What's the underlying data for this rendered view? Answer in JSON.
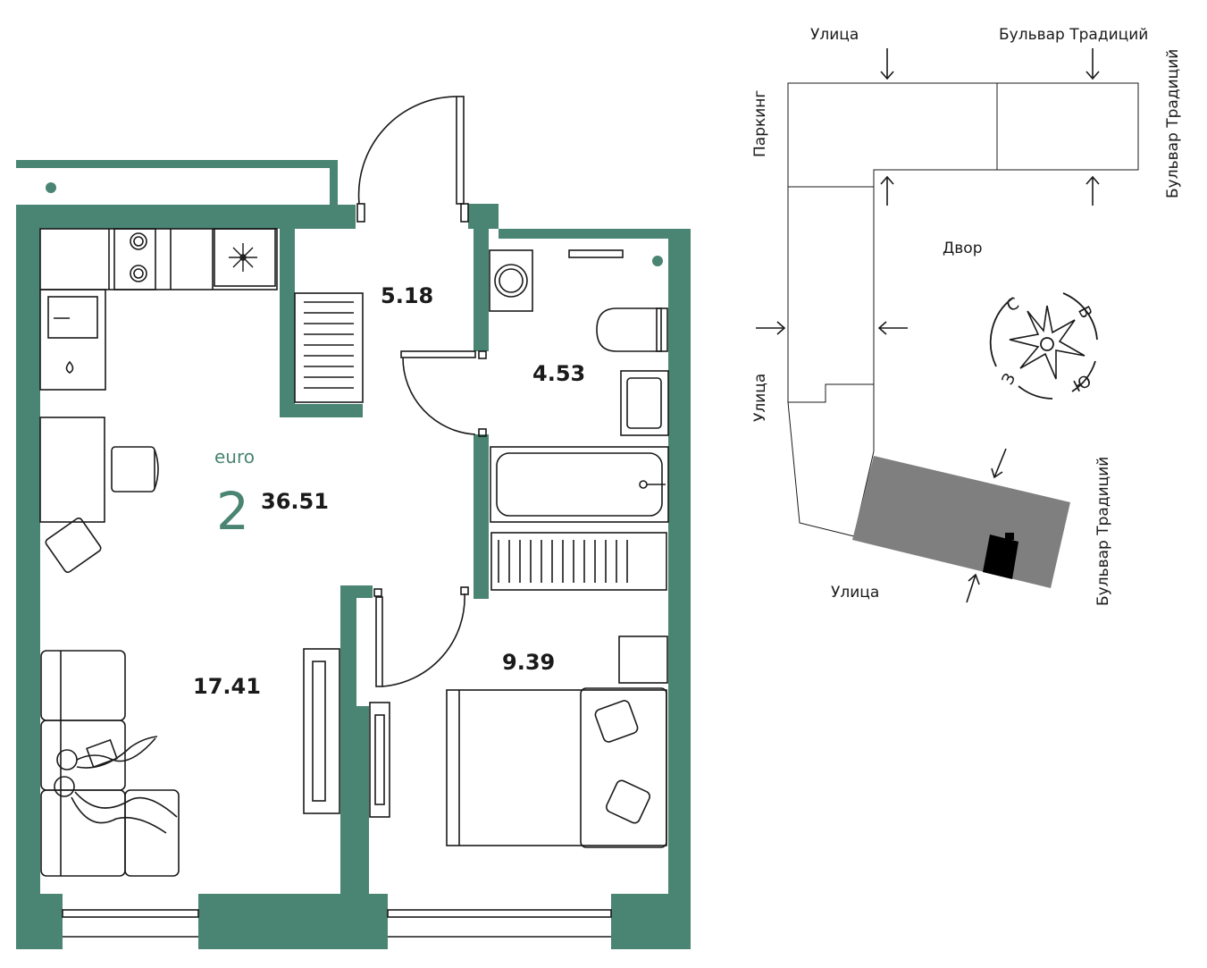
{
  "colors": {
    "wall": "#4a8472",
    "accent": "#4a8472",
    "line": "#1a1a1a",
    "building": "#7f7f7f",
    "section": "#000000"
  },
  "apartment": {
    "type_label": "euro",
    "rooms": "2",
    "total_area": "36.51",
    "room_areas": {
      "hall": "5.18",
      "bathroom": "4.53",
      "living": "17.41",
      "bedroom": "9.39"
    }
  },
  "site_plan": {
    "labels": {
      "street_top": "Улица",
      "boulevard_top": "Бульвар Традиций",
      "boulevard_right": "Бульвар Традиций",
      "parking": "Паркинг",
      "yard": "Двор",
      "street_left": "Улица",
      "boulevard_bottom_right": "Бульвар Традиций",
      "street_bottom": "Улица"
    },
    "compass": {
      "north": "С",
      "east": "В",
      "south": "Ю",
      "west": "З"
    }
  },
  "icons": [
    "snowflake-icon",
    "compass-rose-icon",
    "entrance-arrow-icon"
  ]
}
